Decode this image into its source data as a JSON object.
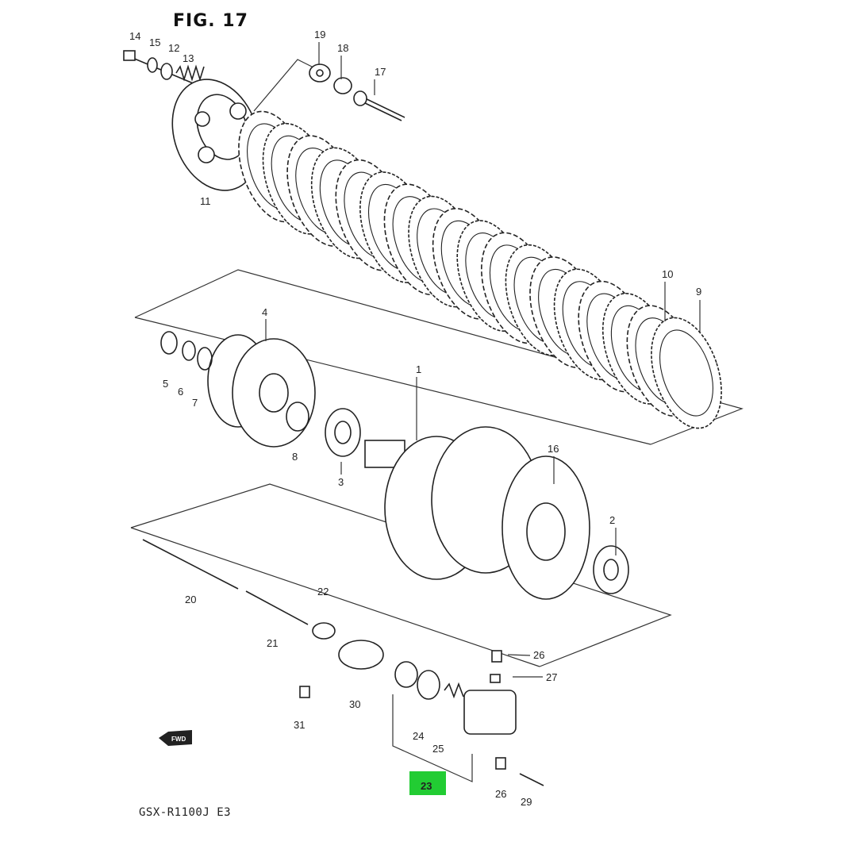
{
  "figure": {
    "title": "FIG. 17",
    "model_code": "GSX-R1100J  E3",
    "highlight_color": "#22cc33"
  },
  "direction_arrow": {
    "text": "FWD"
  },
  "callouts": {
    "c1": "1",
    "c2": "2",
    "c3": "3",
    "c4": "4",
    "c5": "5",
    "c6": "6",
    "c7": "7",
    "c8": "8",
    "c9": "9",
    "c10": "10",
    "c11": "11",
    "c12": "12",
    "c13": "13",
    "c14": "14",
    "c15": "15",
    "c16": "16",
    "c17": "17",
    "c18": "18",
    "c19": "19",
    "c20": "20",
    "c21": "21",
    "c22": "22",
    "c23": "23",
    "c24": "24",
    "c25": "25",
    "c26a": "26",
    "c26b": "26",
    "c27": "27",
    "c29": "29",
    "c30": "30",
    "c31": "31"
  }
}
